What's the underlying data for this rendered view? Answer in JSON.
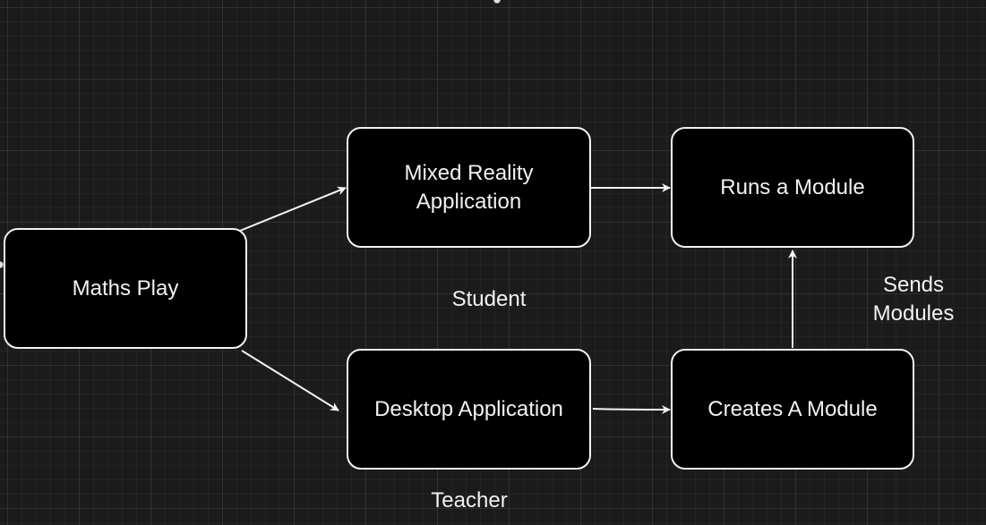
{
  "nodes": {
    "maths_play": "Maths Play",
    "mixed_reality_app": "Mixed Reality\nApplication",
    "desktop_app": "Desktop Application",
    "runs_module": "Runs a Module",
    "creates_module": "Creates A Module"
  },
  "labels": {
    "student": "Student",
    "teacher": "Teacher",
    "sends_modules": "Sends\nModules"
  },
  "colors": {
    "background": "#1b1b1b",
    "node_fill": "#000000",
    "stroke": "#f2f2f2"
  }
}
